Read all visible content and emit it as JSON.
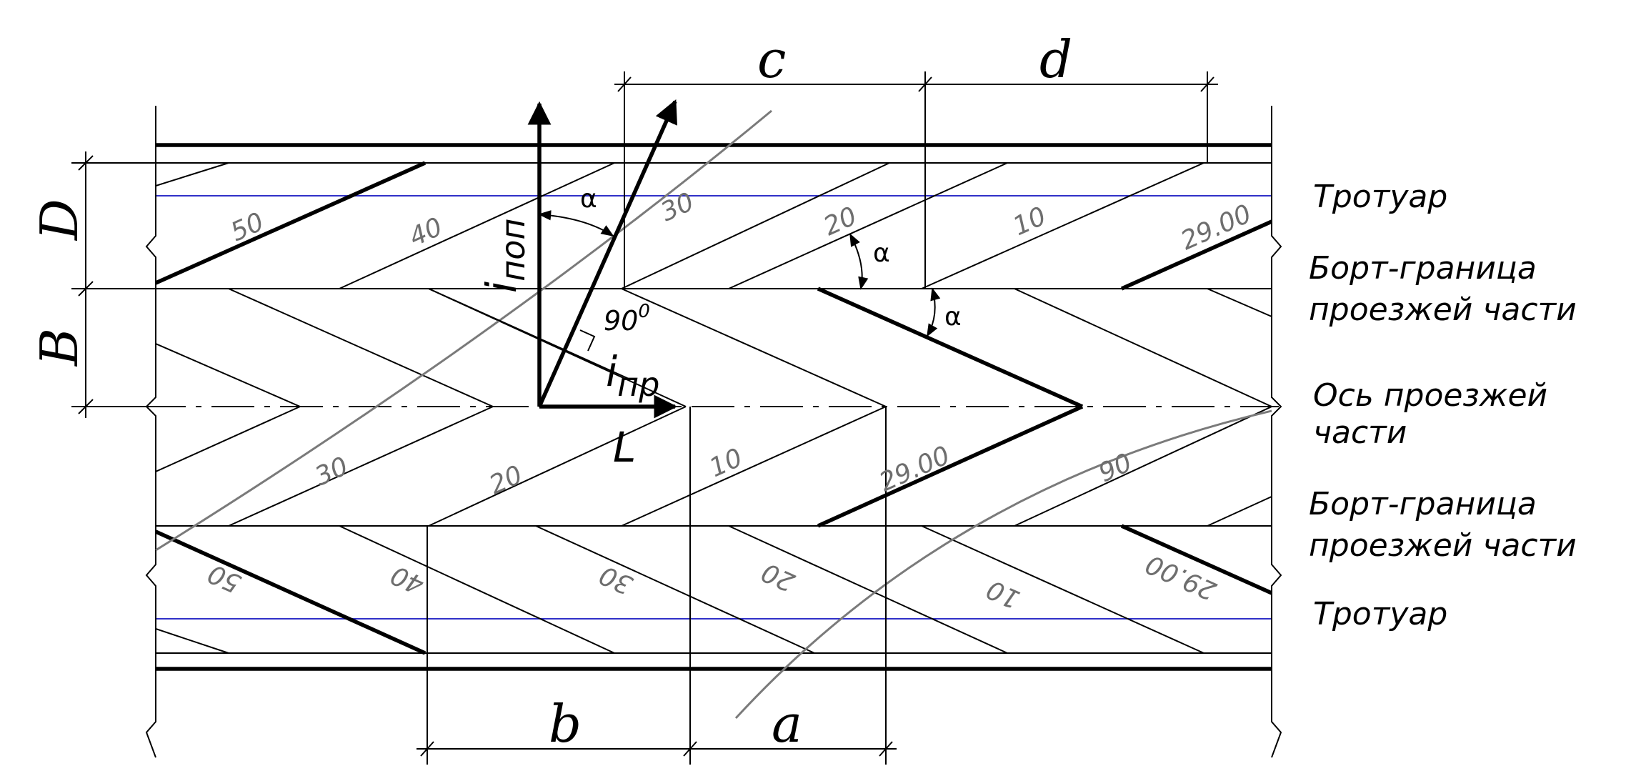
{
  "labels": {
    "sidewalk_top": "Тротуар",
    "curb_top_line1": "Борт-граница",
    "curb_top_line2": "проезжей части",
    "axis_line1": "Ось проезжей",
    "axis_line2": "части",
    "curb_bottom_line1": "Борт-граница",
    "curb_bottom_line2": "проезжей части",
    "sidewalk_bottom": "Тротуар"
  },
  "dimensions": {
    "a": "a",
    "b": "b",
    "c": "c",
    "d": "d",
    "B": "B",
    "D": "D"
  },
  "symbols": {
    "i_pop_base": "i",
    "i_pop_sub": "поп",
    "i_pr_base": "i",
    "i_pr_sub": "пр",
    "L": "L",
    "angle_90": "90",
    "angle_90_sup": "0",
    "alpha": "α"
  },
  "contours": {
    "sidewalk_top": [
      "50",
      "40",
      "30",
      "20",
      "10",
      "29.00"
    ],
    "carriage_upper": [
      "30",
      "20",
      "10",
      "29.00",
      "90"
    ],
    "sidewalk_bottom": [
      "50",
      "40",
      "30",
      "20",
      "10",
      "29.00"
    ]
  }
}
